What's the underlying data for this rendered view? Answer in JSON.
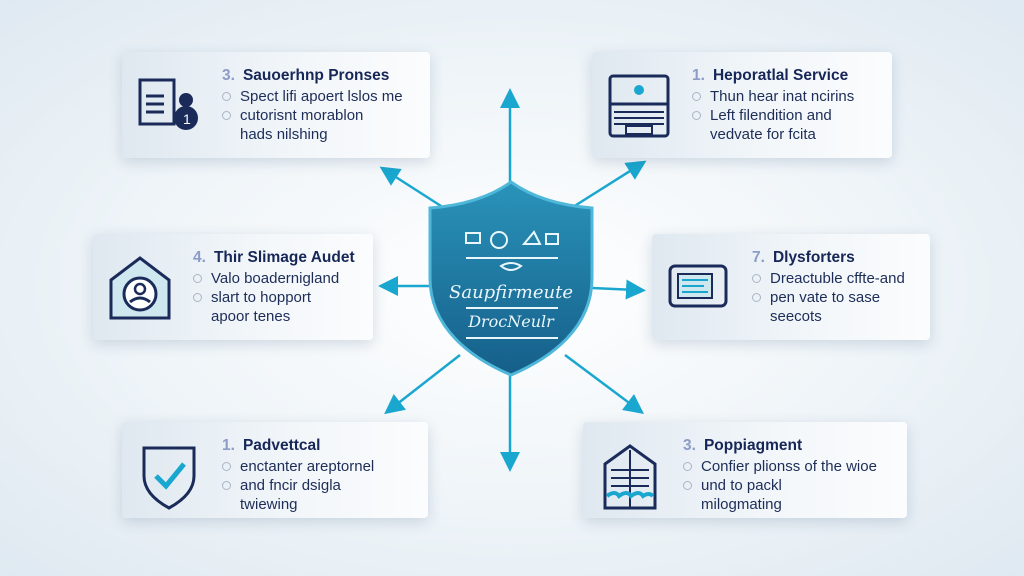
{
  "colors": {
    "accent": "#1aa7cf",
    "navy": "#162657",
    "shield": "#1f7fa6"
  },
  "center": {
    "line1": "Saupfirmeute",
    "line2": "DrocNeulr"
  },
  "cards": [
    {
      "number": "3.",
      "title": "Sauoerhnp Pronses",
      "bullets": [
        "Spect lifi apoert lslos me",
        "cutorisnt morablon",
        "hads nilshing"
      ],
      "icon": "document-user-icon"
    },
    {
      "number": "1.",
      "title": "Heporatlal Service",
      "bullets": [
        "Thun hear inat ncirins",
        "Left filendition and",
        "vedvate for fcita"
      ],
      "icon": "laptop-icon"
    },
    {
      "number": "4.",
      "title": "Thir Slimage Audet",
      "bullets": [
        "Valo boadernigland",
        "slart to hopport",
        "apoor tenes"
      ],
      "icon": "house-user-icon"
    },
    {
      "number": "7.",
      "title": "Dlysforters",
      "bullets": [
        "Dreactuble cffte-and",
        "pen vate to sase",
        "seecots"
      ],
      "icon": "monitor-icon"
    },
    {
      "number": "1.",
      "title": "Padvettcal",
      "bullets": [
        "enctanter areptornel",
        "and fncir dsigla",
        "twiewing"
      ],
      "icon": "shield-check-icon"
    },
    {
      "number": "3.",
      "title": "Poppiagment",
      "bullets": [
        "Confier plionss of the wioe",
        "und to packl",
        "milogmating"
      ],
      "icon": "building-icon"
    }
  ]
}
